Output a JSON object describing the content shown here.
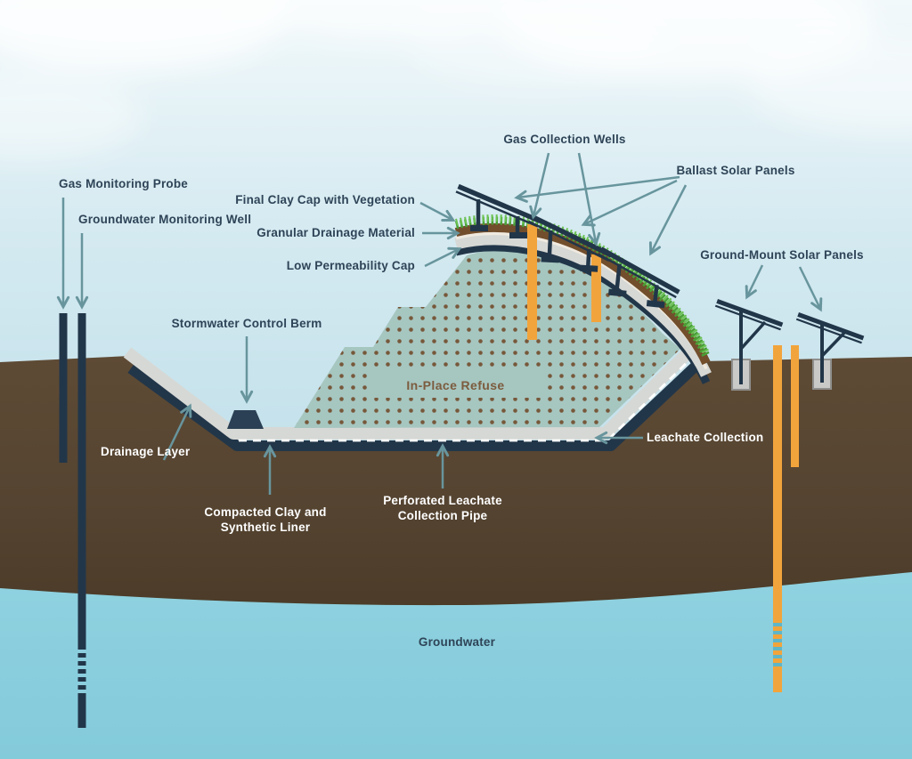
{
  "title": "Landfill cross-section with solar panels diagram",
  "labels": {
    "gas_monitoring_probe": "Gas Monitoring Probe",
    "groundwater_monitoring_well": "Groundwater Monitoring Well",
    "final_clay_cap": "Final Clay Cap with Vegetation",
    "granular_drainage": "Granular Drainage Material",
    "low_permeability_cap": "Low Permeability Cap",
    "gas_collection_wells": "Gas Collection Wells",
    "ballast_solar_panels": "Ballast Solar Panels",
    "ground_mount_solar_panels": "Ground-Mount Solar Panels",
    "stormwater_control_berm": "Stormwater Control Berm",
    "drainage_layer": "Drainage Layer",
    "in_place_refuse": "In-Place Refuse",
    "leachate_collection": "Leachate Collection",
    "compacted_clay": "Compacted Clay and\nSynthetic Liner",
    "perforated_pipe": "Perforated Leachate\nCollection Pipe",
    "groundwater": "Groundwater"
  },
  "colors": {
    "sky_top": "#f2f9fb",
    "sky_bottom": "#badce7",
    "soil_top": "#5e4b35",
    "soil_bottom": "#4a3a27",
    "groundwater": "#89cddc",
    "refuse_teal": "#a6c6c0",
    "refuse_dot_brown": "#77583a",
    "liner_gray": "#d6d8d5",
    "liner_dark": "#223649",
    "cap_brown": "#724e2c",
    "cap_white": "#efe9df",
    "grass_green": "#5cb344",
    "grass_green_light": "#6cc353",
    "well_dark": "#223649",
    "well_orange": "#f2a43c",
    "well_screen_blue": "#8ccede",
    "well_screen_teal": "#5fb6c8",
    "berm_navy": "#2b4054",
    "arrow_teal": "#68959d",
    "label_dark": "#2e4457",
    "label_light": "#ffffff",
    "refuse_label_brown": "#7c5c3e"
  }
}
